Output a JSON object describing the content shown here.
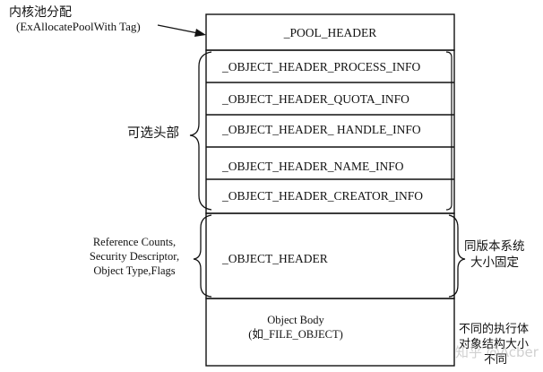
{
  "pool_alloc": {
    "title": "内核池分配",
    "subtitle": "(ExAllocatePoolWith Tag)"
  },
  "blocks": {
    "pool_header": "_POOL_HEADER",
    "optional_headers": [
      "_OBJECT_HEADER_PROCESS_INFO",
      "_OBJECT_HEADER_QUOTA_INFO",
      "_OBJECT_HEADER_ HANDLE_INFO",
      "_OBJECT_HEADER_NAME_INFO",
      "_OBJECT_HEADER_CREATOR_INFO"
    ],
    "object_header": "_OBJECT_HEADER",
    "object_body": [
      "Object Body",
      "(如_FILE_OBJECT)"
    ]
  },
  "left_labels": {
    "optional": "可选头部",
    "object_header_fields": [
      "Reference Counts,",
      "Security Descriptor,",
      "Object Type,Flags"
    ]
  },
  "right_labels": {
    "object_header": [
      "同版本系统",
      "大小固定"
    ],
    "object_body": [
      "不同的执行体",
      "对象结构大小",
      "不同"
    ]
  },
  "watermark": "知乎 @Acber"
}
